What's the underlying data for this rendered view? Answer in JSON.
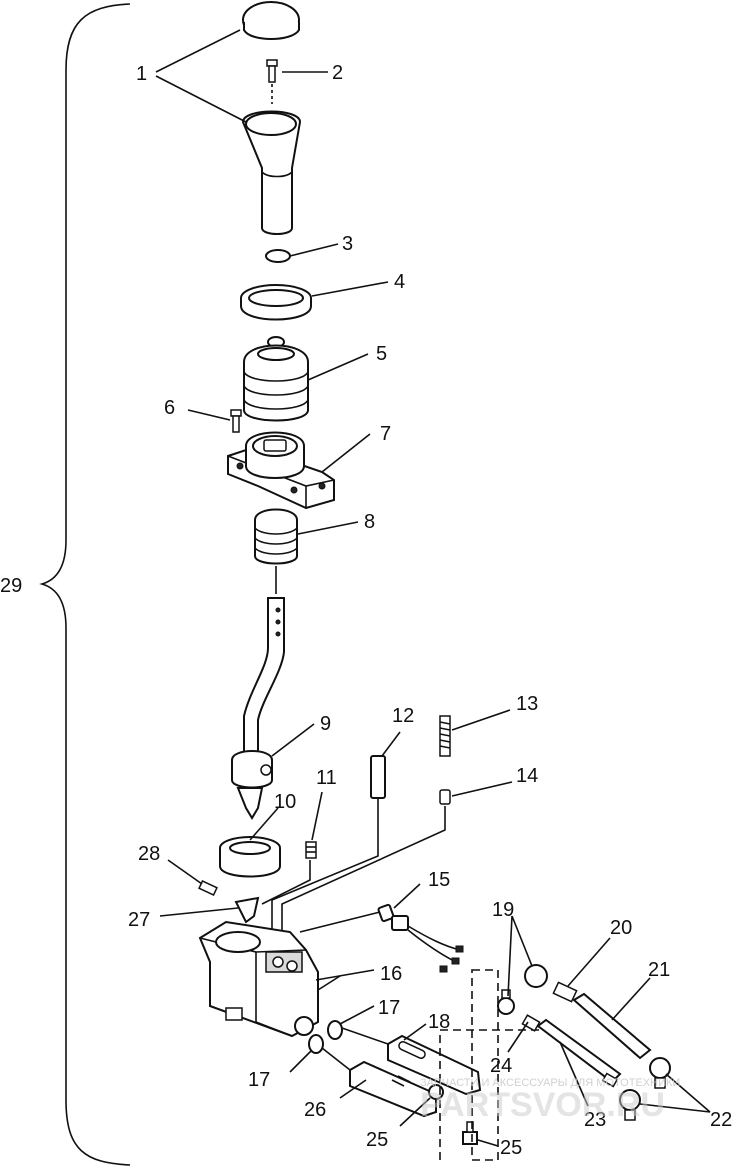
{
  "callouts": [
    "1",
    "2",
    "3",
    "4",
    "5",
    "6",
    "7",
    "8",
    "9",
    "10",
    "11",
    "12",
    "13",
    "14",
    "15",
    "16",
    "17",
    "17",
    "18",
    "19",
    "20",
    "21",
    "22",
    "23",
    "24",
    "25",
    "25",
    "26",
    "27",
    "28",
    "29"
  ],
  "watermark": {
    "tagline": "ЗАПЧАСТИ И АКСЕССУАРЫ ДЛЯ МОТОТЕХНИКИ",
    "brand": "PARTSVOR.RU"
  }
}
